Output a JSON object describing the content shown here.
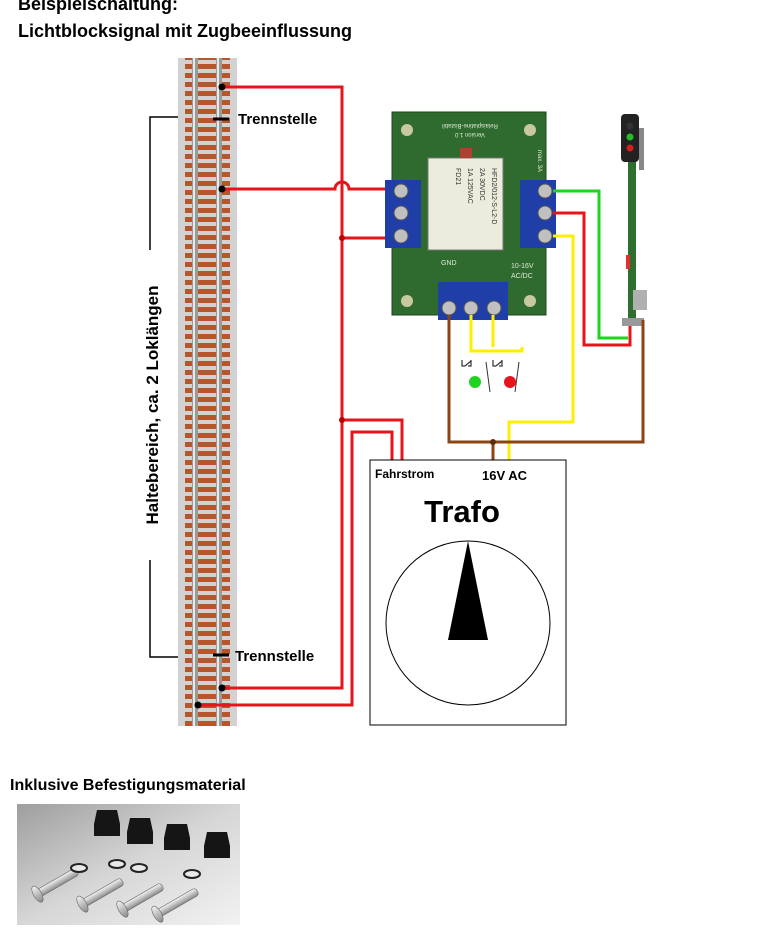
{
  "title": {
    "line1": "Beispielschaltung:",
    "line2": "Lichtblocksignal mit Zugbeeinflussung"
  },
  "diagram": {
    "trennstelle_top": "Trennstelle",
    "trennstelle_bottom": "Trennstelle",
    "haltebereich": "Haltebereich, ca. 2 Loklängen",
    "trafo": {
      "title": "Trafo",
      "output_fahrstrom": "Fahrstrom",
      "output_ac": "16V AC"
    },
    "relay_module": {
      "text_top": "Relaisplatine-Bistabil",
      "text_version": "Version 1.0",
      "text_max": "max. 3A",
      "text_supply": "10-16V",
      "text_acdc": "AC/DC",
      "text_gnd": "GND",
      "relay_lines": [
        "HFD2/012-S-L2-D",
        "2A 30VDC",
        "1A 125VAC",
        "FD21"
      ]
    },
    "wire_colors": {
      "track_power": "#e8141c",
      "signal_green": "#1ed41e",
      "signal_red": "#e8141c",
      "control_yellow": "#ffee00",
      "common_brown": "#8b4513"
    },
    "buttons": [
      {
        "name": "green-button",
        "color": "#1ed41e"
      },
      {
        "name": "red-button",
        "color": "#e8141c"
      }
    ]
  },
  "accessories": {
    "title": "Inklusive Befestigungsmaterial"
  }
}
